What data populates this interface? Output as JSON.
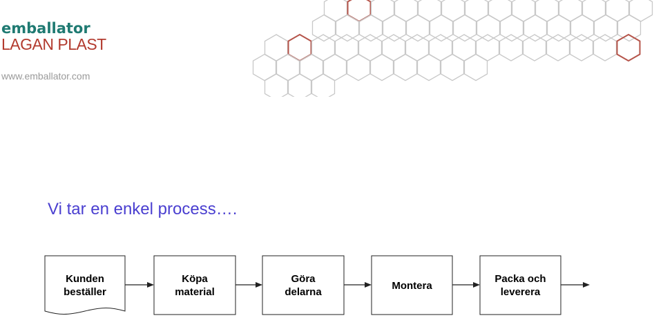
{
  "brand": {
    "top": "emballator",
    "bottom": "LAGAN PLAST",
    "website": "www.emballator.com",
    "top_color": "#1f7a72",
    "bottom_color": "#b23a2e"
  },
  "colors": {
    "hex_grey": "#c8c8c8",
    "hex_accent": "#b5544a",
    "title": "#4a3fd0",
    "flow_line": "#222222"
  },
  "title": "Vi tar en enkel process….",
  "steps": [
    {
      "line1": "Kunden",
      "line2": "beställer",
      "shape": "document"
    },
    {
      "line1": "Köpa",
      "line2": "material",
      "shape": "process"
    },
    {
      "line1": "Göra",
      "line2": "delarna",
      "shape": "process"
    },
    {
      "line1": "Montera",
      "line2": "",
      "shape": "process"
    },
    {
      "line1": "Packa och",
      "line2": "leverera",
      "shape": "process"
    }
  ]
}
